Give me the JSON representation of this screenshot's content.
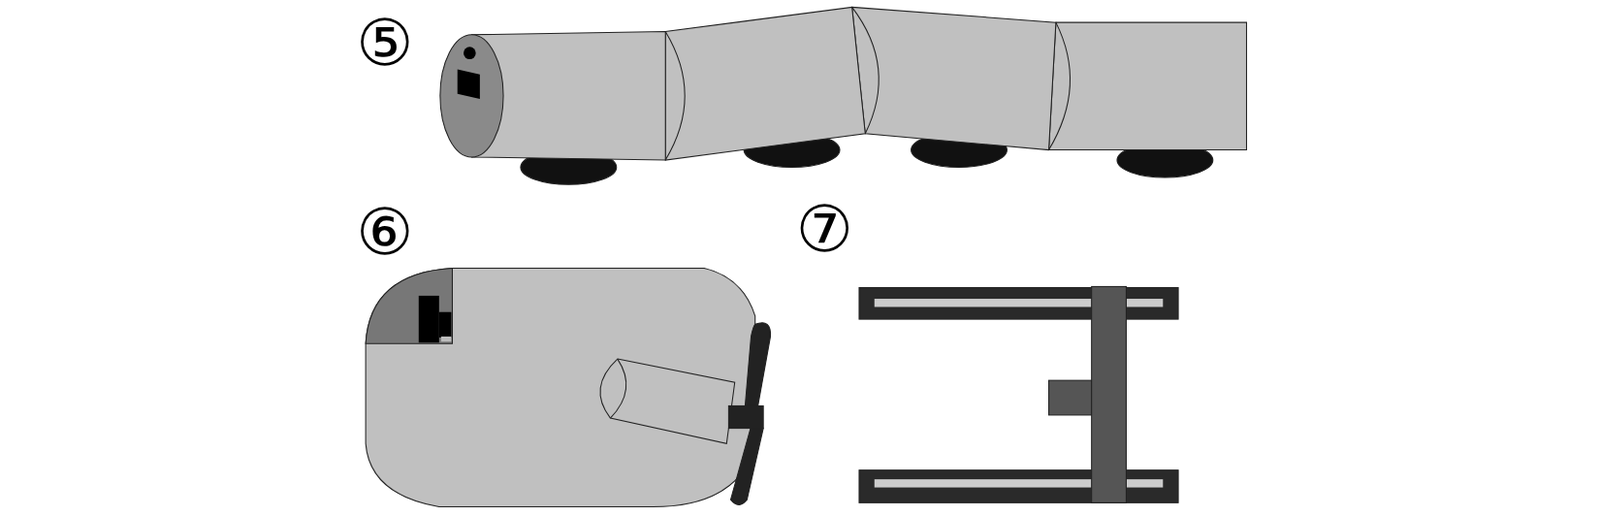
{
  "diagram": {
    "labels": [
      "⑤",
      "⑥",
      "⑦"
    ]
  }
}
